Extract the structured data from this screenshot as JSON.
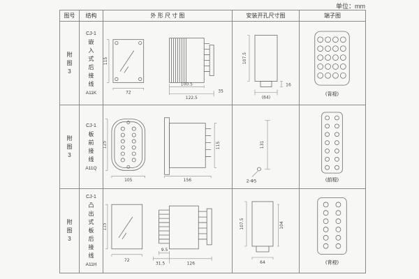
{
  "unit_label": "单位：mm",
  "headers": {
    "fig_no": "图号",
    "structure": "结构",
    "outline": "外 形 尺 寸 图",
    "install": "安装开孔尺寸图",
    "terminal": "端子图"
  },
  "rows": [
    {
      "fig": "附图3",
      "model": "CJ-1",
      "desc": "嵌入式后接线",
      "code": "A11K",
      "outline": {
        "front_h": "115",
        "front_w": "72",
        "side_w1": "100.5",
        "side_w2": "122.5",
        "side_d": "35"
      },
      "install": {
        "h": "107.5",
        "d": "16",
        "w": "(64)"
      },
      "terminal_label": "(背视)"
    },
    {
      "fig": "附图3",
      "model": "CJ-1",
      "desc": "板前接线",
      "code": "A11Q",
      "outline": {
        "front_h": "125",
        "front_w": "105",
        "side_w": "156",
        "side_h": "115"
      },
      "install": {
        "h": "131",
        "hole": "2-Φ5"
      },
      "terminal_label": "(前视)"
    },
    {
      "fig": "附图3",
      "model": "CJ-1",
      "desc": "凸出式板后接线",
      "code": "A11H",
      "outline": {
        "front_h": "115",
        "front_w": "72",
        "fin": "9.5",
        "depth": "31.5",
        "total": "126"
      },
      "install": {
        "h": "107.5",
        "h2": "104",
        "w": "64"
      },
      "terminal_label": "(背视)"
    }
  ]
}
